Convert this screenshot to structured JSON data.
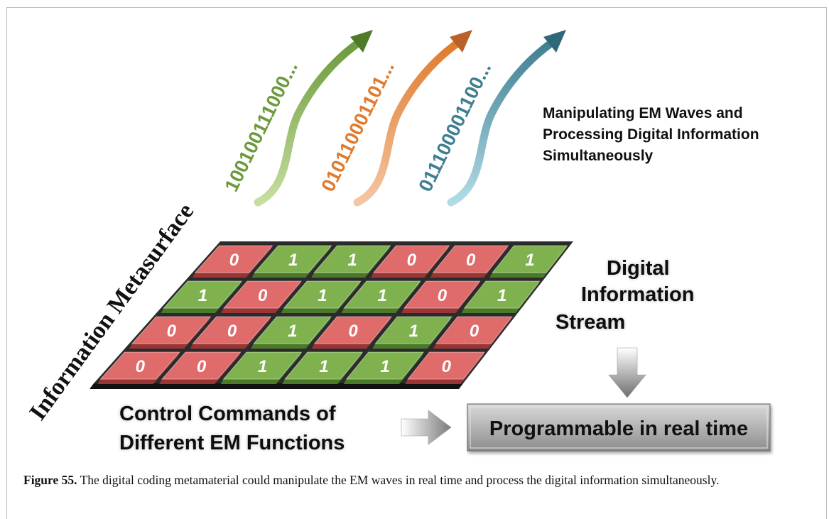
{
  "streams": [
    {
      "bits": "100100111000...",
      "color": "#6d9a3d",
      "light": "#c6dfa0",
      "arrow": "#4f7a2a"
    },
    {
      "bits": "01011000110 1...",
      "color": "#e07a2c",
      "light": "#f4c6a4",
      "arrow": "#b8622a"
    },
    {
      "bits": "011100001100...",
      "color": "#3f7f91",
      "light": "#b2dbe8",
      "arrow": "#2f6878"
    }
  ],
  "labels": {
    "manipulating": [
      "Manipulating EM Waves and",
      "Processing Digital Information",
      "Simultaneously"
    ],
    "metasurface": "Information Metasurface",
    "digital_stream": [
      "Digital",
      "Information",
      "Stream"
    ],
    "control": [
      "Control Commands of",
      "Different EM Functions"
    ],
    "programmable": "Programmable in real time"
  },
  "grid": [
    [
      "0",
      "1",
      "1",
      "0",
      "0",
      "1"
    ],
    [
      "1",
      "0",
      "1",
      "1",
      "0",
      "1"
    ],
    [
      "0",
      "0",
      "1",
      "0",
      "1",
      "0"
    ],
    [
      "0",
      "0",
      "1",
      "1",
      "1",
      "0"
    ]
  ],
  "colors": {
    "zero": "#e06b6b",
    "one": "#7fb24f",
    "zero_dark": "#9a3535",
    "one_dark": "#4a7a28"
  },
  "caption": {
    "label": "Figure 55.",
    "text": "The digital coding metamaterial could manipulate the EM waves in real time and process the digital information simultaneously."
  }
}
